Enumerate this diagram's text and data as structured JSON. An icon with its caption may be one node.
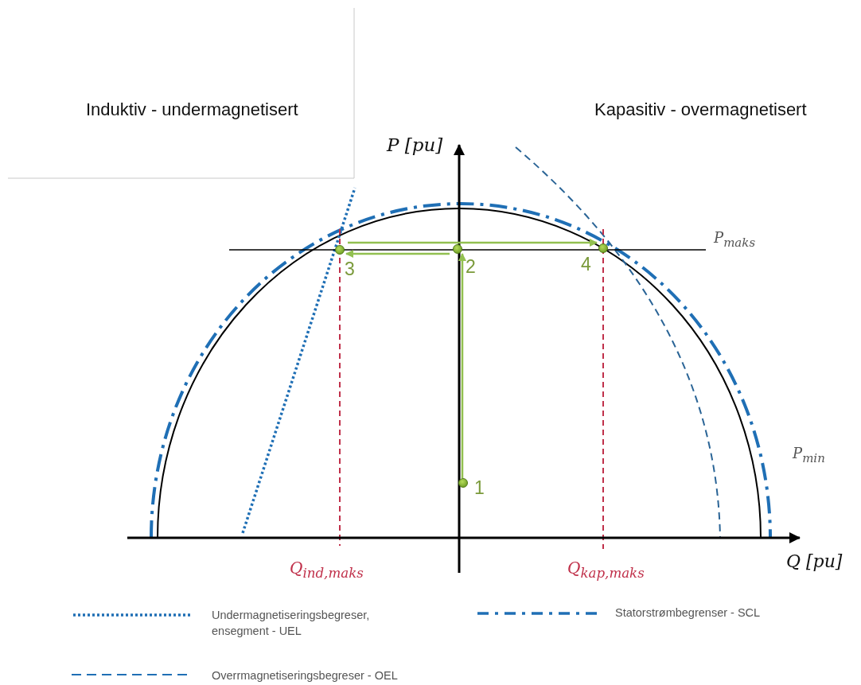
{
  "diagram": {
    "nodes": [
      {
        "text": [],
        "shape": "circle",
        "beside": [
          "1"
        ]
      },
      {
        "text": [],
        "shape": "circle",
        "beside": [
          "2"
        ]
      },
      {
        "text": [],
        "shape": "circle",
        "beside": [
          "3"
        ]
      },
      {
        "text": [],
        "shape": "circle",
        "beside": [
          "4"
        ]
      }
    ],
    "edges": [
      {
        "from": 0,
        "to": 1,
        "arrow": "to"
      },
      {
        "from": 1,
        "to": 2,
        "arrow": "to"
      },
      {
        "from": 2,
        "to": 3,
        "arrow": "to"
      }
    ],
    "labels": [
      "Induktiv - undermagnetisert",
      "Kapasitiv - overmagnetisert",
      "P [pu]",
      "P$_{maks}$",
      "P$_{min}$",
      "Q$_{ind,maks}$",
      "Q$_{kap,maks}$",
      "Q [pu]"
    ],
    "legend": [
      {
        "text": "Undermagnetiseringsbegreser, ensegment - UEL"
      },
      {
        "text": "Statorstrømbegrenser - SCL"
      },
      {
        "text": "Overrmagnetiseringsbegreser - OEL"
      }
    ]
  }
}
